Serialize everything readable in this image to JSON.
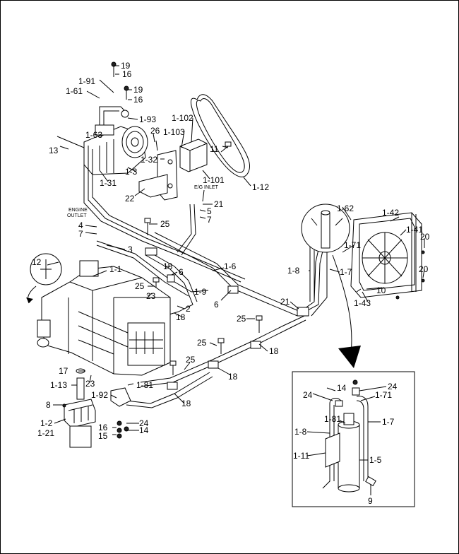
{
  "labels": {
    "l19a": "19",
    "l16a": "16",
    "l191": "1-91",
    "l161": "1-61",
    "l19b": "19",
    "l16b": "16",
    "l193": "1-93",
    "l163": "1-63",
    "l13": "13",
    "l26": "26",
    "l1103": "1-103",
    "l1102": "1-102",
    "l132": "1-32",
    "l13b": "1-3",
    "l131": "1-31",
    "l22": "22",
    "l11": "11",
    "l1101": "1-101",
    "l112": "1-12",
    "l21a": "21",
    "l5": "5",
    "l7a": "7",
    "l4": "4",
    "l7b": "7",
    "l25a": "25",
    "l3": "3",
    "l12": "12",
    "l11b": "1-1",
    "l18a": "18",
    "l6a": "6",
    "l16": "1-6",
    "l25b": "25",
    "l23a": "23",
    "l19c": "1-9",
    "l6b": "6",
    "l2": "2",
    "l18b": "18",
    "l25c": "25",
    "l18c": "18",
    "l25d": "25",
    "l25e": "25",
    "l18d": "18",
    "l17": "17",
    "l23b": "23",
    "l113": "1-13",
    "l181": "1-81",
    "l192": "1-92",
    "l18e": "18",
    "l8": "8",
    "l12b": "1-2",
    "l121": "1-21",
    "l24a": "24",
    "l16c": "16",
    "l14a": "14",
    "l15": "15",
    "l162": "1-62",
    "l142": "1-42",
    "l141": "1-41",
    "l20a": "20",
    "l171": "1-71",
    "l18f": "1-8",
    "l17b": "1-7",
    "l20b": "20",
    "l10": "10",
    "l143": "1-43",
    "l21b": "21",
    "i14": "14",
    "i24a": "24",
    "i24b": "24",
    "i171": "1-71",
    "i181": "1-81",
    "i18": "1-8",
    "i17": "1-7",
    "i111": "1-11",
    "i15": "1-5",
    "i9": "9"
  },
  "notes": {
    "engine_outlet_1": "ENGINE",
    "engine_outlet_2": "OUTLET",
    "eg_inlet": "E/G INLET"
  }
}
